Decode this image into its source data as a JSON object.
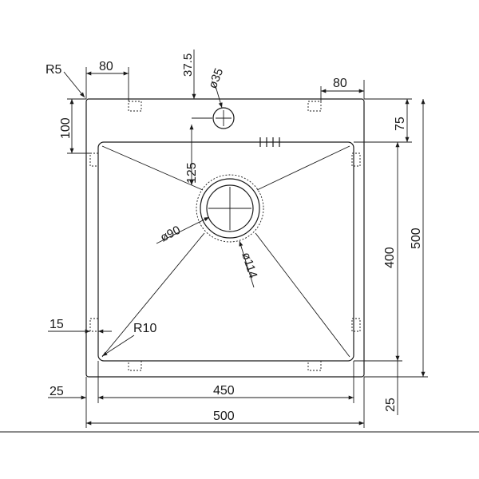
{
  "drawing": {
    "dimensions": {
      "corner_radius_outer": "R5",
      "top_left_width": "80",
      "tap_offset": "37.5",
      "tap_hole": "ø35",
      "top_right_width": "80",
      "left_height": "100",
      "right_top_offset": "75",
      "drain_offset": "125",
      "drain_inner": "ø90",
      "drain_outer": "ø114",
      "inner_height": "400",
      "outer_height": "500",
      "left_wall": "15",
      "corner_radius_inner": "R10",
      "left_margin": "25",
      "inner_width": "450",
      "outer_width": "500",
      "bottom_margin": "25"
    }
  }
}
